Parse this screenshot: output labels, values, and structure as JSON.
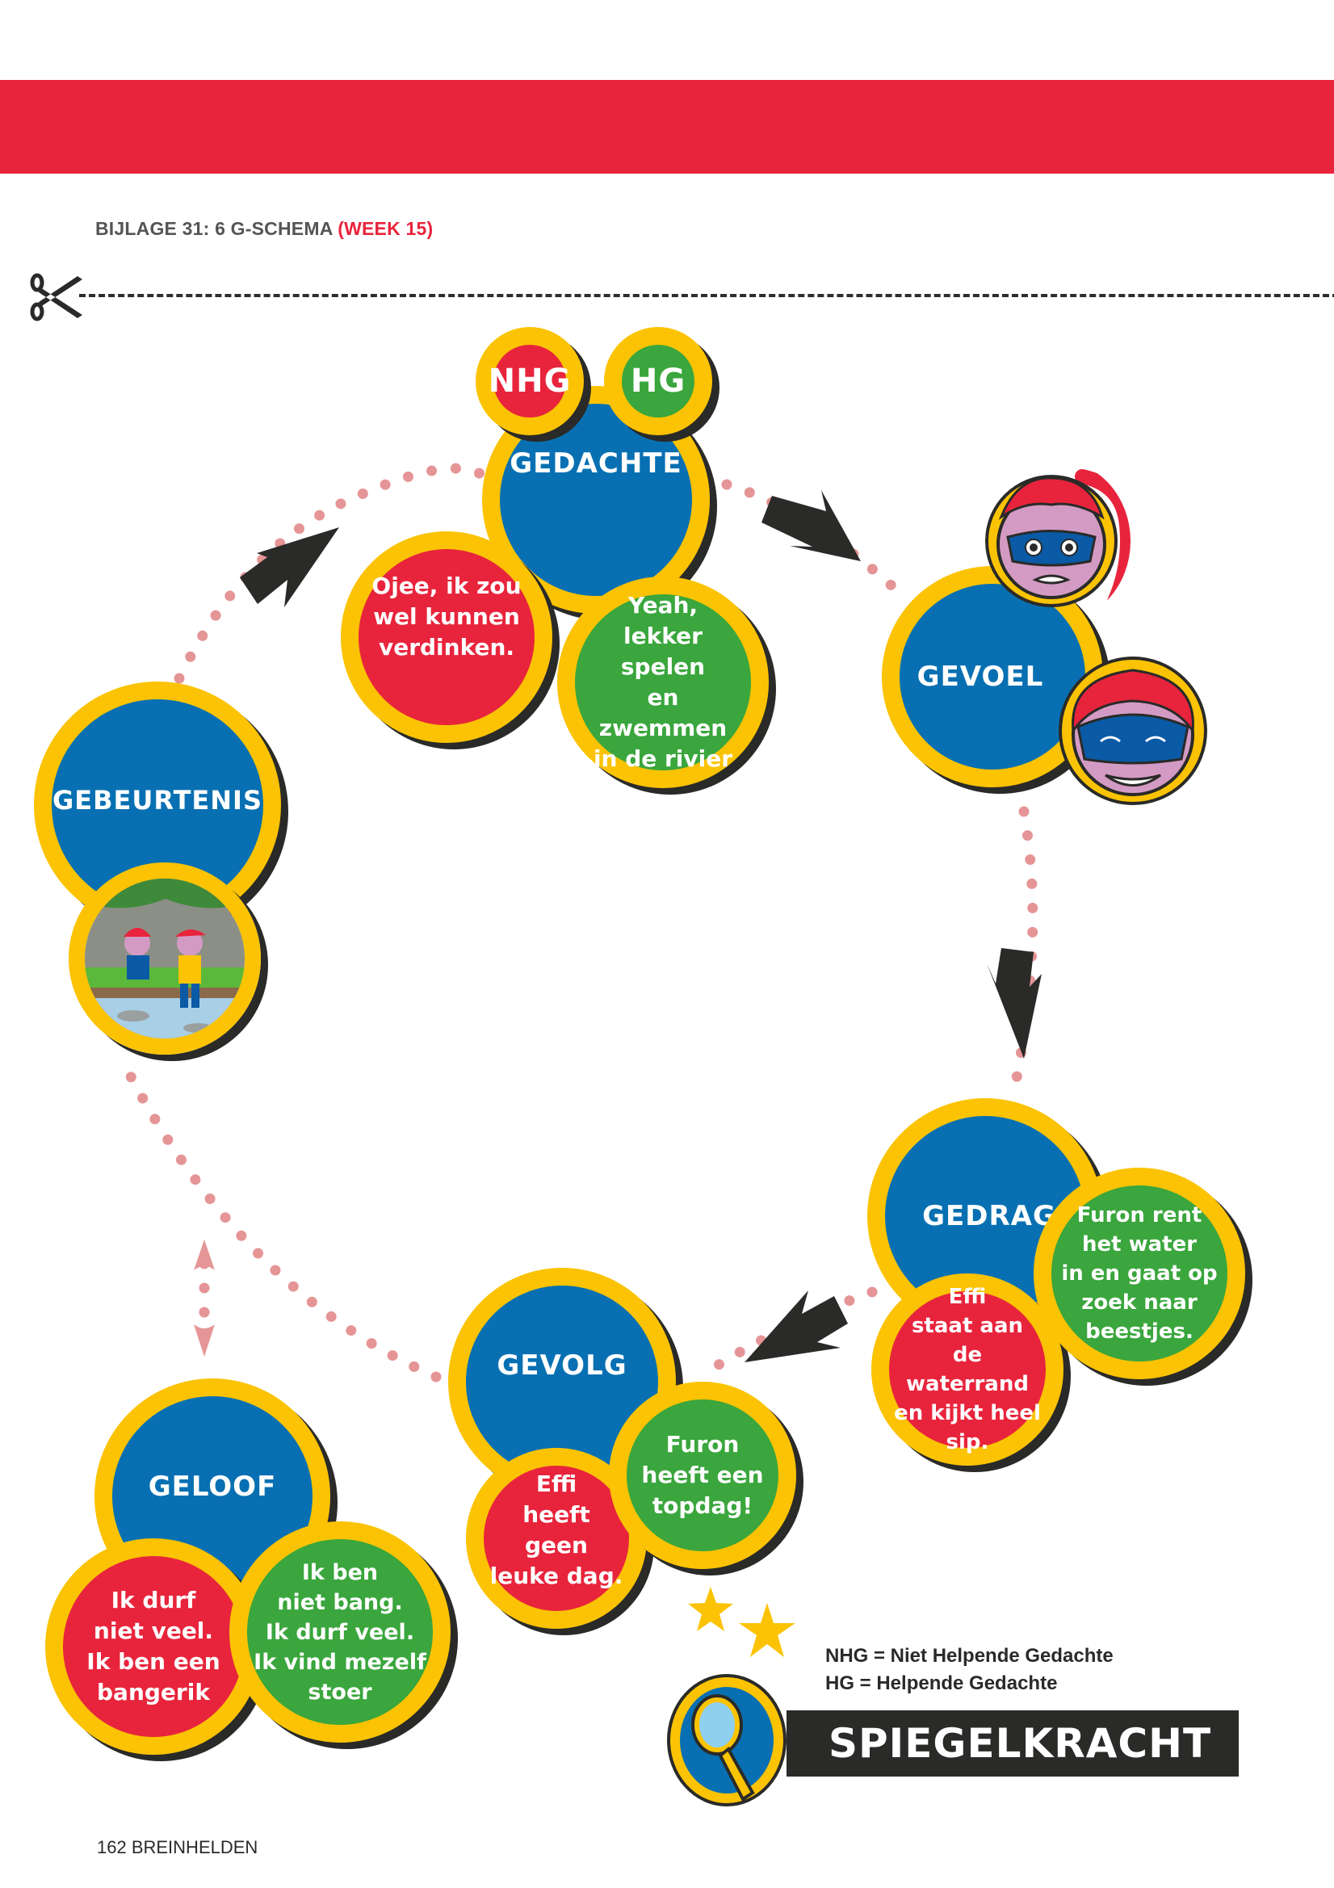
{
  "header": {
    "title_main": "BIJLAGE 31: 6 G-SCHEMA ",
    "title_week": "(WEEK 15)"
  },
  "colors": {
    "band": "#e8243c",
    "blue": "#0870b2",
    "red": "#e8243c",
    "green": "#3aa63d",
    "ring": "#fbc303",
    "shadow": "#2a2a28",
    "dots": "#e59596"
  },
  "icons": {
    "scissors": "scissors-icon",
    "mirror": "hand-mirror-icon",
    "stars": "stars-icon"
  },
  "badges": {
    "nhg": "NHG",
    "hg": "HG"
  },
  "nodes": {
    "gedachte": {
      "label": "GEDACHTE",
      "nhg_text": "Ojee, ik zou\nwel kunnen\nverdinken.",
      "hg_text": "Yeah,\nlekker spelen\nen zwemmen\nin de rivier"
    },
    "gevoel": {
      "label": "GEVOEL",
      "faces": [
        "scared-girl-face",
        "happy-boy-face"
      ]
    },
    "gebeurtenis": {
      "label": "GEBEURTENIS",
      "image": "two kids by a river"
    },
    "gedrag": {
      "label": "GEDRAG",
      "hg_text": "Furon rent\nhet water\nin en gaat op\nzoek naar\nbeestjes.",
      "nhg_text": "Effi\nstaat aan de\nwaterrand\nen kijkt heel\nsip."
    },
    "gevolg": {
      "label": "GEVOLG",
      "hg_text": "Furon\nheeft een\ntopdag!",
      "nhg_text": "Effi\nheeft geen\nleuke dag."
    },
    "geloof": {
      "label": "GELOOF",
      "nhg_text": "Ik durf\nniet veel.\nIk ben een\nbangerik",
      "hg_text": "Ik ben\nniet bang.\nIk durf veel.\nIk vind mezelf\nstoer"
    }
  },
  "legend": {
    "nhg": "NHG = Niet Helpende Gedachte",
    "hg": "HG = Helpende Gedachte"
  },
  "brand": {
    "name": "SPIEGELKRACHT"
  },
  "footer": {
    "page": "162 BREINHELDEN"
  }
}
